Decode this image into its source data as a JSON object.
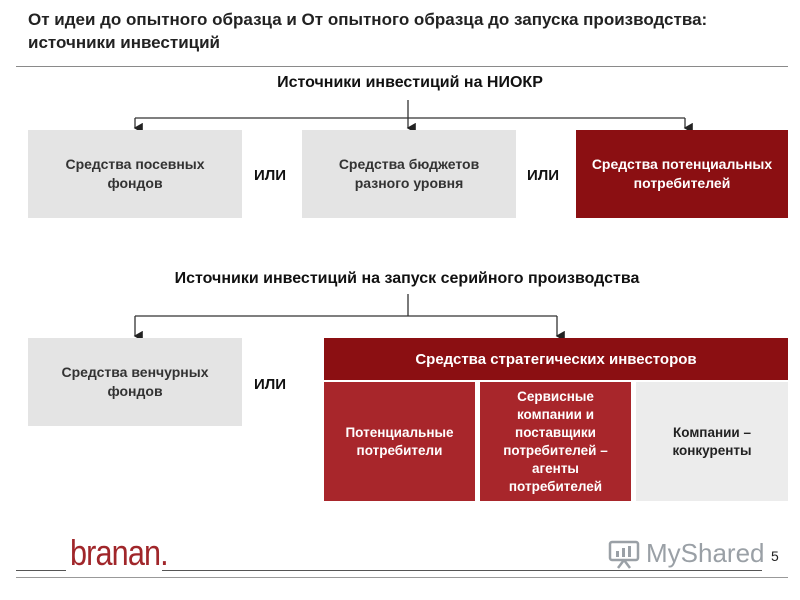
{
  "title": "От идеи до опытного образца и От опытного образца до запуска производства: источники инвестиций",
  "section1": {
    "heading": "Источники инвестиций на НИОКР",
    "box_left": "Средства посевных фондов",
    "box_middle": "Средства бюджетов разного уровня",
    "box_right": "Средства потенциальных потребителей",
    "or_1": "ИЛИ",
    "or_2": "ИЛИ"
  },
  "section2": {
    "heading": "Источники инвестиций на запуск серийного производства",
    "box_left": "Средства венчурных фондов",
    "or": "ИЛИ",
    "strategic_header": "Средства стратегических инвесторов",
    "sub_1": "Потенциальные потребители",
    "sub_2": "Сервисные компании и поставщики потребителей – агенты потребителей",
    "sub_3": "Компании – конкуренты"
  },
  "footer": {
    "logo": "branan.",
    "watermark": "MyShared",
    "page_number": "5"
  },
  "colors": {
    "dark_red": "#8b0f12",
    "mid_red": "#a8262b",
    "gray_box": "#e4e4e4",
    "logo_red": "#a0262a"
  }
}
